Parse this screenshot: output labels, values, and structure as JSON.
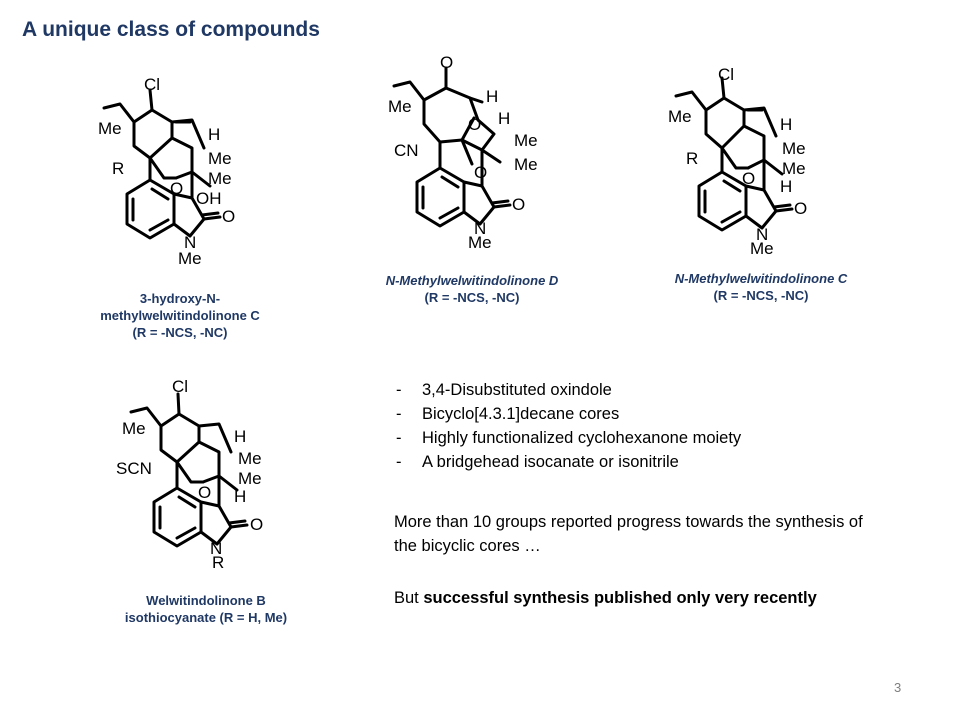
{
  "slide": {
    "title": "A unique class of compounds",
    "page_number": "3"
  },
  "structures": [
    {
      "caption_lines": [
        "3-hydroxy-N-",
        "methylwelwitindolinone C",
        "(R = -NCS, -NC)"
      ],
      "labels": [
        "Cl",
        "Me",
        "H",
        "R",
        "Me",
        "Me",
        "O",
        "OH",
        "O",
        "N",
        "Me"
      ]
    },
    {
      "caption_lines": [
        "N-Methylwelwitindolinone D",
        "(R = -NCS, -NC)"
      ],
      "labels": [
        "O",
        "Me",
        "H",
        "O",
        "H",
        "Me",
        "CN",
        "O",
        "Me",
        "O",
        "N",
        "Me"
      ]
    },
    {
      "caption_lines": [
        "N-Methylwelwitindolinone C",
        "(R = -NCS, -NC)"
      ],
      "labels": [
        "Cl",
        "Me",
        "H",
        "R",
        "Me",
        "Me",
        "O",
        "H",
        "O",
        "N",
        "Me"
      ]
    },
    {
      "caption_lines": [
        "Welwitindolinone B",
        "isothiocyanate (R = H, Me)"
      ],
      "labels": [
        "Cl",
        "Me",
        "H",
        "SCN",
        "Me",
        "Me",
        "O",
        "H",
        "O",
        "N",
        "R"
      ]
    }
  ],
  "bullets": [
    "3,4-Disubstituted oxindole",
    "Bicyclo[4.3.1]decane cores",
    "Highly functionalized cyclohexanone moiety",
    "A bridgehead isocanate or isonitrile"
  ],
  "bullet_marker": "-",
  "paragraph1": "More than 10 groups reported progress towards the synthesis of the bicyclic cores …",
  "paragraph2": {
    "prefix": "But ",
    "bold": "successful synthesis published only very recently"
  }
}
